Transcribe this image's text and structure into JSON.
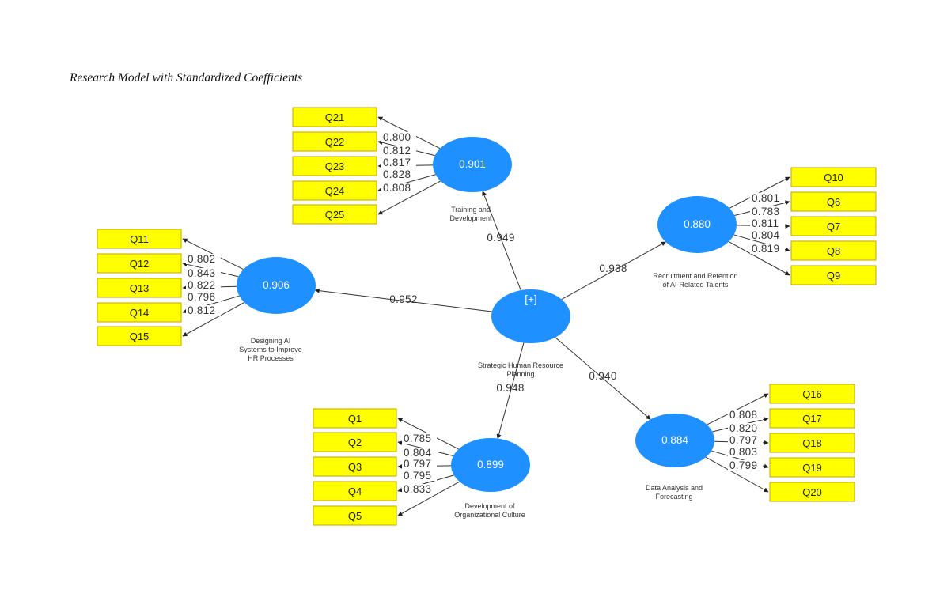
{
  "caption": "Research Model with Standardized Coefficients",
  "center": {
    "value": "[+]",
    "name_lines": [
      "Strategic Human Resource",
      "Planning"
    ]
  },
  "constructs": [
    {
      "id": "training",
      "value": "0.901",
      "name_lines": [
        "Training and",
        "Development"
      ],
      "path_coef": "0.949",
      "items": [
        "Q21",
        "Q22",
        "Q23",
        "Q24",
        "Q25"
      ],
      "loadings": [
        "0.800",
        "0.812",
        "0.817",
        "0.828",
        "0.808"
      ]
    },
    {
      "id": "recruitment",
      "value": "0.880",
      "name_lines": [
        "Recruitment and Retention",
        "of AI-Related Talents"
      ],
      "path_coef": "0.938",
      "items": [
        "Q10",
        "Q6",
        "Q7",
        "Q8",
        "Q9"
      ],
      "loadings": [
        "0.801",
        "0.783",
        "0.811",
        "0.804",
        "0.819"
      ]
    },
    {
      "id": "designing",
      "value": "0.906",
      "name_lines": [
        "Designing AI",
        "Systems to Improve",
        "HR Processes"
      ],
      "path_coef": "0.952",
      "items": [
        "Q11",
        "Q12",
        "Q13",
        "Q14",
        "Q15"
      ],
      "loadings": [
        "0.802",
        "0.843",
        "0.822",
        "0.796",
        "0.812"
      ]
    },
    {
      "id": "culture",
      "value": "0.899",
      "name_lines": [
        "Development of",
        "Organizational Culture"
      ],
      "path_coef": "0.948",
      "items": [
        "Q1",
        "Q2",
        "Q3",
        "Q4",
        "Q5"
      ],
      "loadings": [
        "0.785",
        "0.804",
        "0.797",
        "0.795",
        "0.833"
      ]
    },
    {
      "id": "data",
      "value": "0.884",
      "name_lines": [
        "Data Analysis and",
        "Forecasting"
      ],
      "path_coef": "0.940",
      "items": [
        "Q16",
        "Q17",
        "Q18",
        "Q19",
        "Q20"
      ],
      "loadings": [
        "0.808",
        "0.820",
        "0.797",
        "0.803",
        "0.799"
      ]
    }
  ],
  "colors": {
    "construct": "#1e90ff",
    "indicator": "#ffff00",
    "line": "#333333"
  }
}
